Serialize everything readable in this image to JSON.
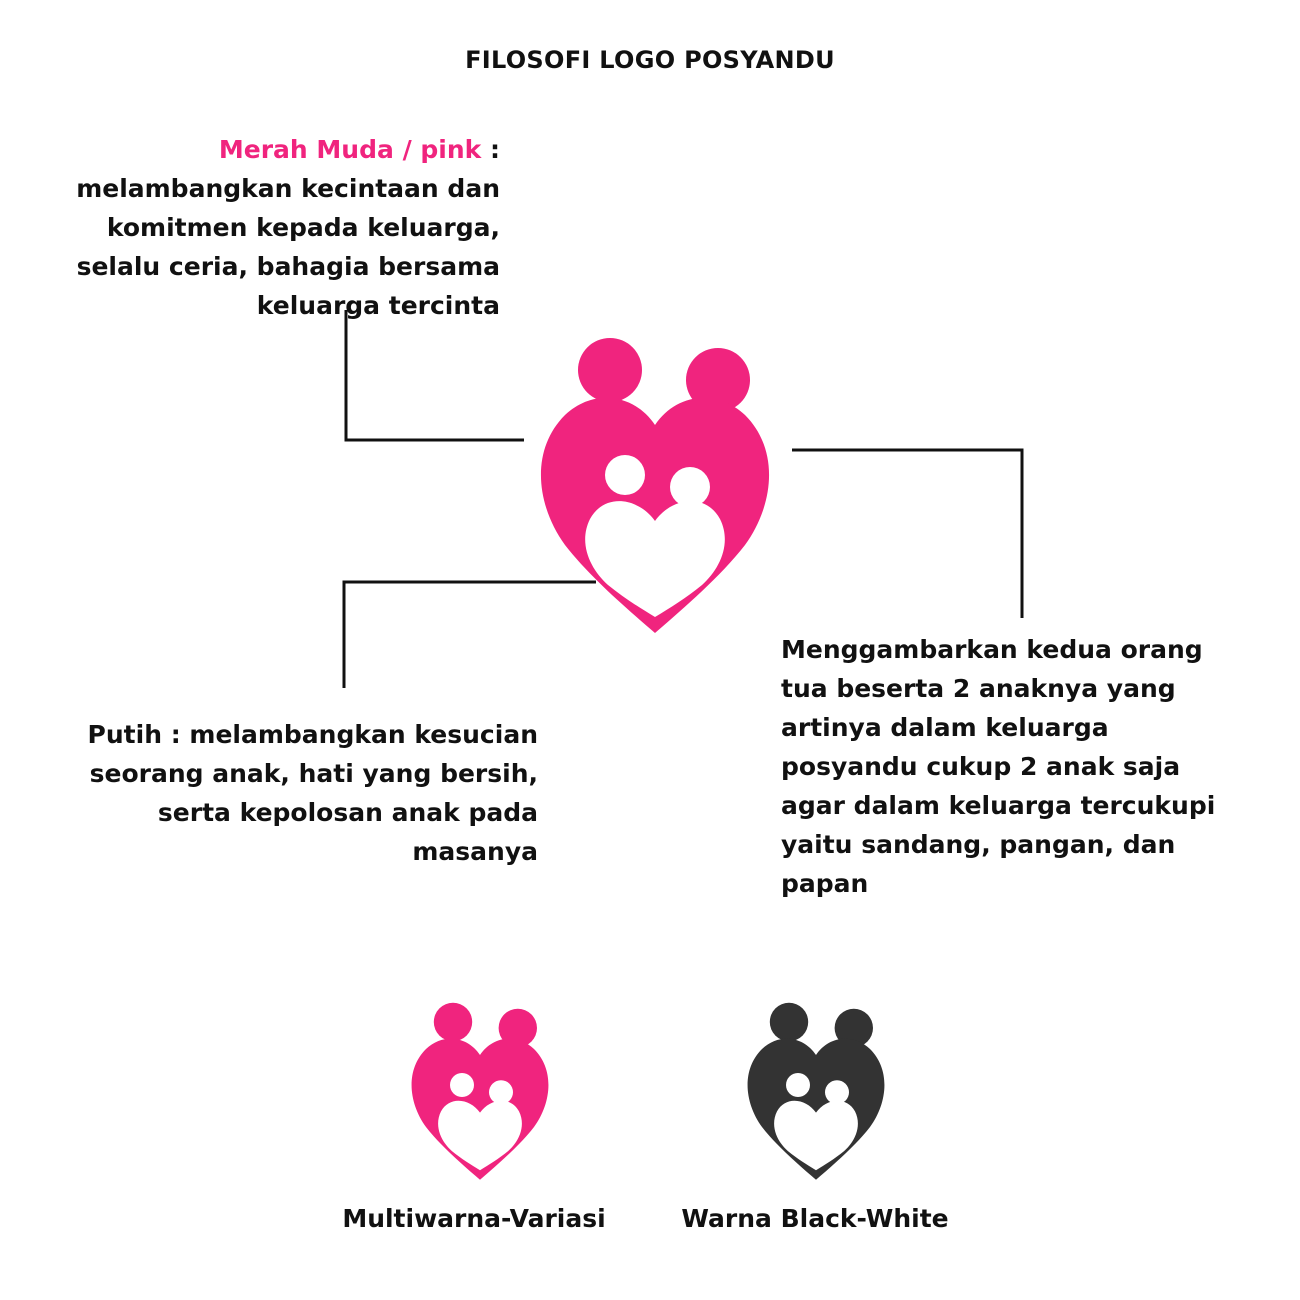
{
  "title": "FILOSOFI LOGO POSYANDU",
  "pink_note": {
    "highlight": "Merah Muda / pink",
    "text": " : melambangkan kecintaan dan komitmen kepada keluarga, selalu ceria, bahagia bersama keluarga tercinta"
  },
  "white_note": {
    "text": "Putih : melambangkan kesucian seorang anak, hati yang bersih, serta kepolosan anak pada masanya"
  },
  "family_note": {
    "text": "Menggambarkan kedua orang tua beserta 2 anaknya yang artinya dalam keluarga posyandu cukup 2 anak saja agar dalam keluarga tercukupi yaitu sandang, pangan, dan papan"
  },
  "variants": {
    "multi_caption": "Multiwarna-Variasi",
    "bw_caption": "Warna Black-White"
  },
  "colors": {
    "pink": "#f0247e",
    "dark": "#333333",
    "white": "#ffffff"
  },
  "icons": {
    "main_logo": "posyandu-logo-icon",
    "multi_logo": "posyandu-logo-icon",
    "bw_logo": "posyandu-logo-icon"
  }
}
